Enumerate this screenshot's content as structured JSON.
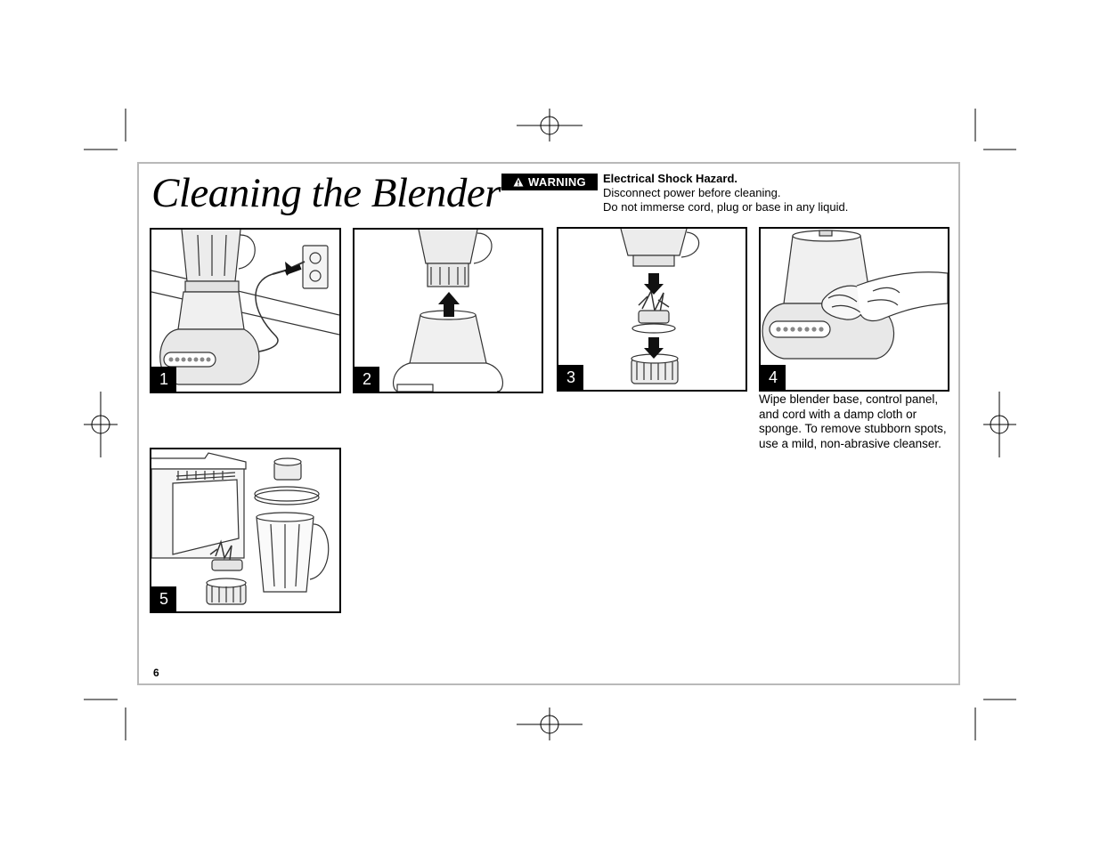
{
  "page": {
    "title": "Cleaning the Blender",
    "page_number": "6"
  },
  "warning": {
    "badge_label": "WARNING",
    "heading": "Electrical Shock Hazard.",
    "lines": [
      "Disconnect power before cleaning.",
      "Do not immerse cord, plug or base in any liquid."
    ]
  },
  "steps": [
    {
      "number": "1"
    },
    {
      "number": "2"
    },
    {
      "number": "3"
    },
    {
      "number": "4",
      "caption": "Wipe blender base, control panel, and cord with a damp cloth or sponge. To remove stubborn spots, use a mild, non-abrasive cleanser."
    },
    {
      "number": "5"
    }
  ],
  "icons": {
    "warning": "warning-triangle-icon"
  }
}
